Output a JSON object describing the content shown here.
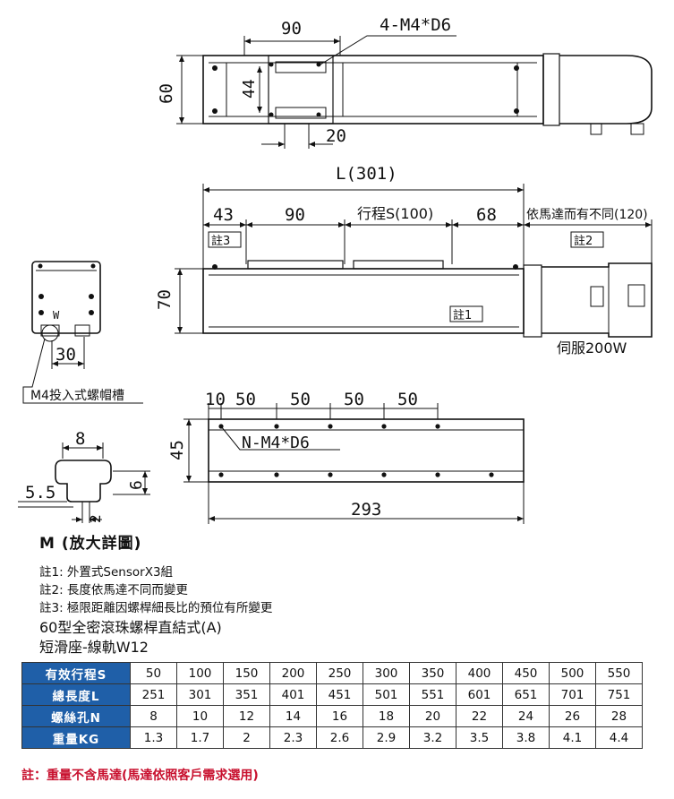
{
  "dims": {
    "top_90": "90",
    "m4_d6": "4-M4*D6",
    "h60": "60",
    "h44": "44",
    "w20": "20",
    "l_total": "L(301)",
    "d43": "43",
    "d90": "90",
    "stroke": "行程S(100)",
    "d68": "68",
    "motor_len": "依馬達而有不同(120)",
    "note3_tag": "註3",
    "note2_tag": "註2",
    "note1_tag": "註1",
    "h70": "70",
    "servo": "伺服200W",
    "w_mark": "W",
    "d30": "30",
    "nut_slot": "M4投入式螺帽槽",
    "p10": "10",
    "p50a": "50",
    "p50b": "50",
    "p50c": "50",
    "p50d": "50",
    "h45": "45",
    "n_m4_d6": "N-M4*D6",
    "l293": "293",
    "m_w8": "8",
    "m_h6": "6",
    "m_55": "5.5",
    "m_2": "2"
  },
  "detail_title": "M (放大詳圖)",
  "notes": [
    "註1: 外置式SensorX3組",
    "註2: 長度依馬達不同而變更",
    "註3: 極限距離因螺桿細長比的預位有所變更"
  ],
  "subtitles": [
    "60型全密滾珠螺桿直結式(A)",
    "短滑座-線軌W12"
  ],
  "table": [
    {
      "label": "有效行程S",
      "values": [
        "50",
        "100",
        "150",
        "200",
        "250",
        "300",
        "350",
        "400",
        "450",
        "500",
        "550"
      ]
    },
    {
      "label": "總長度L",
      "values": [
        "251",
        "301",
        "351",
        "401",
        "451",
        "501",
        "551",
        "601",
        "651",
        "701",
        "751"
      ]
    },
    {
      "label": "螺絲孔N",
      "values": [
        "8",
        "10",
        "12",
        "14",
        "16",
        "18",
        "20",
        "22",
        "24",
        "26",
        "28"
      ]
    },
    {
      "label": "重量KG",
      "values": [
        "1.3",
        "1.7",
        "2",
        "2.3",
        "2.6",
        "2.9",
        "3.2",
        "3.5",
        "3.8",
        "4.1",
        "4.4"
      ]
    }
  ],
  "footnote": "註：重量不含馬達(馬達依照客戶需求選用)",
  "colors": {
    "header_bg": "#1f5fa8",
    "footnote": "#c8102e"
  }
}
